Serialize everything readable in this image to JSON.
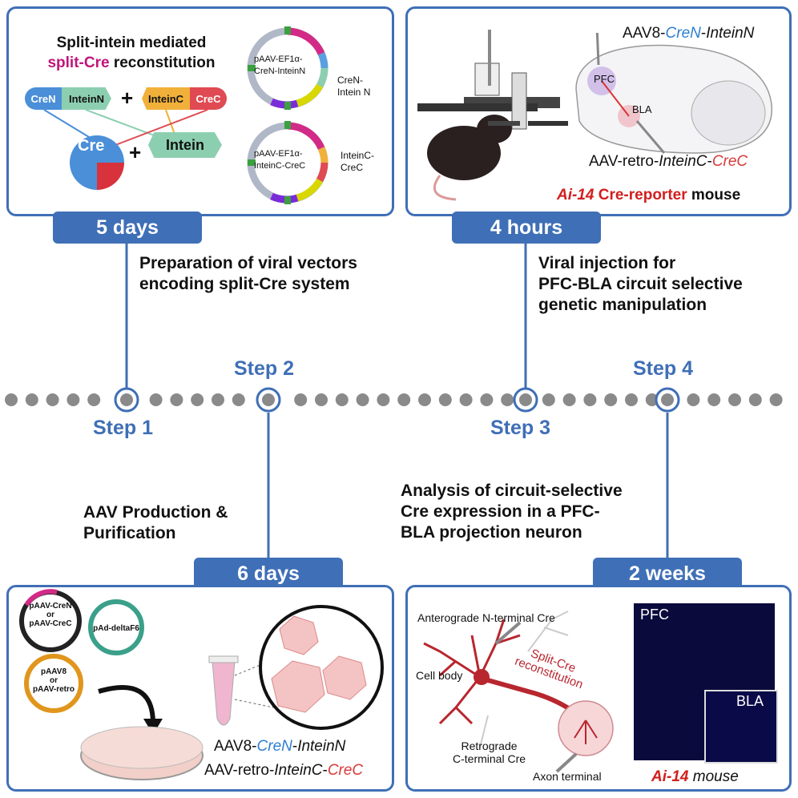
{
  "steps": [
    {
      "label": "Step 1",
      "duration": "5 days",
      "description_lines": [
        "Preparation of viral vectors",
        "encoding split-Cre system"
      ]
    },
    {
      "label": "Step 2",
      "duration": "6 days",
      "description_lines": [
        "AAV Production &",
        "Purification"
      ]
    },
    {
      "label": "Step 3",
      "duration": "4 hours",
      "description_lines": [
        "Viral injection for",
        "PFC-BLA circuit selective",
        "genetic manipulation"
      ]
    },
    {
      "label": "Step 4",
      "duration": "2 weeks",
      "description_lines": [
        "Analysis of circuit-selective",
        "Cre expression in a PFC-",
        "BLA projection neuron"
      ]
    }
  ],
  "panel1": {
    "title_line1": "Split-intein mediated",
    "title_red": "split-Cre",
    "title_rest": " reconstitution",
    "pills": {
      "creN": "CreN",
      "inteinN": "InteinN",
      "inteinC": "InteinC",
      "creC": "CreC"
    },
    "plus": "+",
    "result_cre": "Cre",
    "result_intein": "Intein",
    "plasmid1_label": "pAAV-EF1α-\nCreN-InteinN",
    "plasmid1_insert": "CreN-\nIntein N",
    "plasmid2_label": "pAAV-EF1α-\nInteinC-CreC",
    "plasmid2_insert": "InteinC-\nCreC",
    "colors": {
      "creN": "#4a8fd8",
      "inteinN": "#8ccfb0",
      "inteinC": "#f0b03a",
      "creC": "#e04a52",
      "cre_red": "#d8323c"
    }
  },
  "panel2": {
    "plasmid_a": "pAAV-CreN\nor\npAAV-CreC",
    "plasmid_b": "pAd-deltaF6",
    "plasmid_c": "pAAV8\nor\npAAV-retro",
    "virus1_prefix": "AAV8-",
    "virus1_a": "CreN",
    "virus1_sep": "-",
    "virus1_b": "InteinN",
    "virus2_prefix": "AAV-retro-",
    "virus2_a": "InteinC",
    "virus2_sep": "-",
    "virus2_b": "CreC"
  },
  "panel3": {
    "virus1_prefix": "AAV8-",
    "virus1_a": "CreN",
    "virus1_sep": "-",
    "virus1_b": "InteinN",
    "virus2_prefix": "AAV-retro-",
    "virus2_a": "InteinC",
    "virus2_sep": "-",
    "virus2_b": "CreC",
    "region_pfc": "PFC",
    "region_bla": "BLA",
    "mouse_italic": "Ai-14",
    "mouse_red": " Cre-reporter",
    "mouse_rest": " mouse"
  },
  "panel4": {
    "anterograde": "Anterograde N-terminal Cre",
    "cell_body": "Cell body",
    "split_cre": "Split-Cre\nreconstitution",
    "retrograde": "Retrograde\nC-terminal Cre",
    "axon_terminal": "Axon terminal",
    "img_pfc": "PFC",
    "img_bla": "BLA",
    "mouse_italic": "Ai-14",
    "mouse_rest": " mouse"
  },
  "colors": {
    "accent": "#3f6fb6",
    "dot": "#8a8a8a"
  }
}
